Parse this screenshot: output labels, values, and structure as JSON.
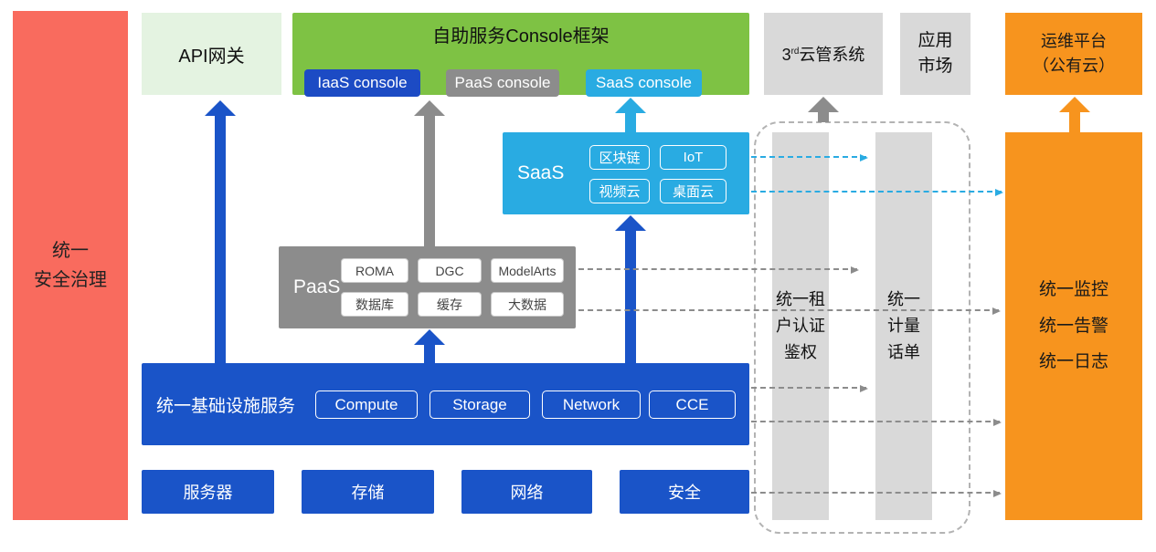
{
  "colors": {
    "red": "#F96B5E",
    "light_green": "#E4F3E1",
    "green": "#7EC244",
    "blue": "#1A54C8",
    "cyan": "#29ABE2",
    "gray_dark": "#8C8C8C",
    "gray_light": "#D9D9D9",
    "orange": "#F7941E"
  },
  "security_bar": {
    "label": "统一\n安全治理"
  },
  "api_gateway": {
    "label": "API网关"
  },
  "console": {
    "title": "自助服务Console框架",
    "iaas": "IaaS console",
    "paas": "PaaS console",
    "saas": "SaaS console"
  },
  "third_party": {
    "prefix": "3",
    "sup": "rd",
    "suffix": "云管系统"
  },
  "app_market": {
    "label": "应用\n市场"
  },
  "om_platform": {
    "label": "运维平台\n（公有云）"
  },
  "saas": {
    "label": "SaaS",
    "items": [
      "区块链",
      "IoT",
      "视频云",
      "桌面云"
    ]
  },
  "paas": {
    "label": "PaaS",
    "items": [
      "ROMA",
      "DGC",
      "ModelArts",
      "数据库",
      "缓存",
      "大数据"
    ]
  },
  "infra": {
    "label": "统一基础设施服务",
    "items": [
      "Compute",
      "Storage",
      "Network",
      "CCE"
    ]
  },
  "bottom_boxes": [
    "服务器",
    "存储",
    "网络",
    "安全"
  ],
  "auth_bar": {
    "label": "统一租\n户认证\n鉴权"
  },
  "metering_bar": {
    "label": "统一\n计量\n话单"
  },
  "monitoring_bar": {
    "label": "统一监控\n统一告警\n统一日志"
  }
}
